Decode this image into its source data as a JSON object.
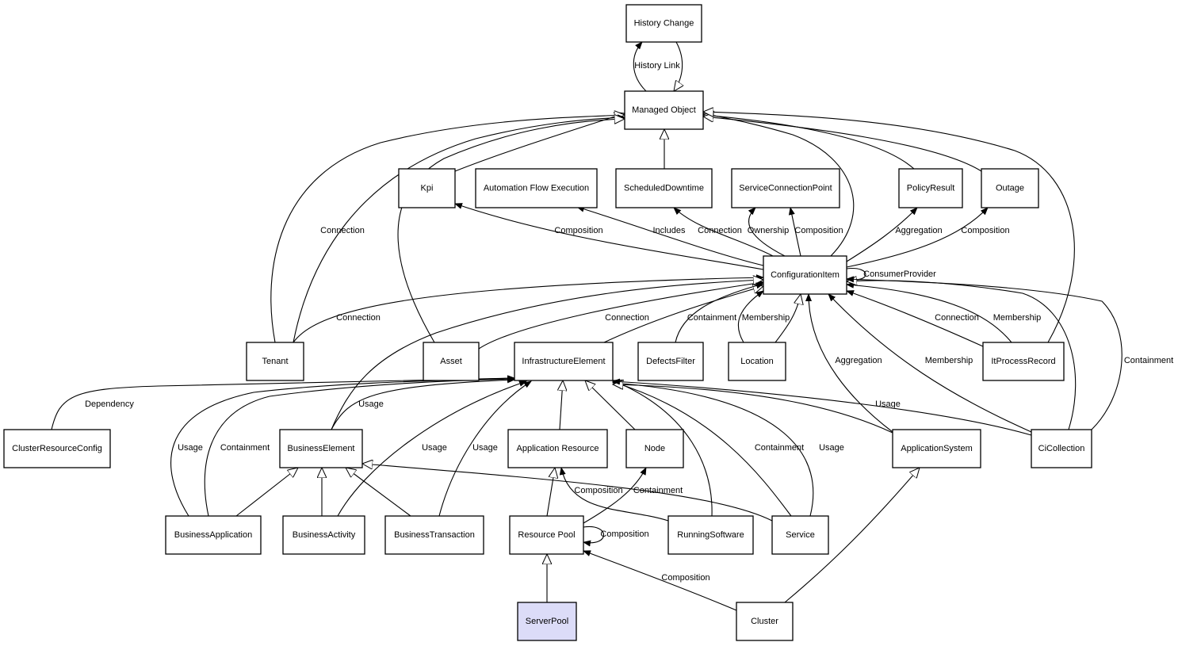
{
  "diagram": {
    "type": "uml-class-relationship",
    "selected_node": "serverpool",
    "colors": {
      "selected_fill": "#dcdcf8",
      "node_fill": "#ffffff",
      "stroke": "#000000"
    },
    "nodes": [
      {
        "id": "historychange",
        "label": "History Change"
      },
      {
        "id": "managedobject",
        "label": "Managed Object"
      },
      {
        "id": "kpi",
        "label": "Kpi"
      },
      {
        "id": "afe",
        "label": "Automation Flow Execution"
      },
      {
        "id": "scheduleddowntime",
        "label": "ScheduledDowntime"
      },
      {
        "id": "scp",
        "label": "ServiceConnectionPoint"
      },
      {
        "id": "policyresult",
        "label": "PolicyResult"
      },
      {
        "id": "outage",
        "label": "Outage"
      },
      {
        "id": "ci",
        "label": "ConfigurationItem"
      },
      {
        "id": "tenant",
        "label": "Tenant"
      },
      {
        "id": "asset",
        "label": "Asset"
      },
      {
        "id": "infra",
        "label": "InfrastructureElement"
      },
      {
        "id": "defectsfilter",
        "label": "DefectsFilter"
      },
      {
        "id": "location",
        "label": "Location"
      },
      {
        "id": "itprocess",
        "label": "ItProcessRecord"
      },
      {
        "id": "crc",
        "label": "ClusterResourceConfig"
      },
      {
        "id": "busel",
        "label": "BusinessElement"
      },
      {
        "id": "appres",
        "label": "Application Resource"
      },
      {
        "id": "node",
        "label": "Node"
      },
      {
        "id": "appsys",
        "label": "ApplicationSystem"
      },
      {
        "id": "cicoll",
        "label": "CiCollection"
      },
      {
        "id": "busapp",
        "label": "BusinessApplication"
      },
      {
        "id": "busact",
        "label": "BusinessActivity"
      },
      {
        "id": "bustrans",
        "label": "BusinessTransaction"
      },
      {
        "id": "respool",
        "label": "Resource Pool"
      },
      {
        "id": "runsw",
        "label": "RunningSoftware"
      },
      {
        "id": "service",
        "label": "Service"
      },
      {
        "id": "serverpool",
        "label": "ServerPool"
      },
      {
        "id": "cluster",
        "label": "Cluster"
      }
    ],
    "edges": [
      {
        "from": "managedobject",
        "to": "historychange",
        "kind": "association",
        "label": "History Link"
      },
      {
        "from": "historychange",
        "to": "managedobject",
        "kind": "inheritance",
        "label": ""
      },
      {
        "from": "scheduleddowntime",
        "to": "managedobject",
        "kind": "inheritance",
        "label": ""
      },
      {
        "from": "kpi",
        "to": "managedobject",
        "kind": "inheritance",
        "label": ""
      },
      {
        "from": "tenant",
        "to": "managedobject",
        "kind": "inheritance",
        "label": ""
      },
      {
        "from": "tenant",
        "to": "managedobject",
        "kind": "association",
        "label": "Connection"
      },
      {
        "from": "asset",
        "to": "managedobject",
        "kind": "inheritance",
        "label": ""
      },
      {
        "from": "ci",
        "to": "managedobject",
        "kind": "inheritance",
        "label": ""
      },
      {
        "from": "policyresult",
        "to": "managedobject",
        "kind": "inheritance",
        "label": ""
      },
      {
        "from": "outage",
        "to": "managedobject",
        "kind": "inheritance",
        "label": ""
      },
      {
        "from": "itprocess",
        "to": "managedobject",
        "kind": "inheritance",
        "label": ""
      },
      {
        "from": "ci",
        "to": "kpi",
        "kind": "association",
        "label": "Composition"
      },
      {
        "from": "ci",
        "to": "afe",
        "kind": "association",
        "label": "Includes"
      },
      {
        "from": "ci",
        "to": "scheduleddowntime",
        "kind": "association",
        "label": "Connection"
      },
      {
        "from": "ci",
        "to": "scp",
        "kind": "association",
        "label": "Ownership"
      },
      {
        "from": "ci",
        "to": "scp",
        "kind": "association",
        "label": "Composition"
      },
      {
        "from": "ci",
        "to": "policyresult",
        "kind": "association",
        "label": "Aggregation"
      },
      {
        "from": "ci",
        "to": "outage",
        "kind": "association",
        "label": "Composition"
      },
      {
        "from": "ci",
        "to": "ci",
        "kind": "association",
        "label": "ConsumerProvider"
      },
      {
        "from": "tenant",
        "to": "ci",
        "kind": "association",
        "label": "Connection"
      },
      {
        "from": "asset",
        "to": "ci",
        "kind": "association",
        "label": "Connection"
      },
      {
        "from": "infra",
        "to": "ci",
        "kind": "inheritance",
        "label": ""
      },
      {
        "from": "busel",
        "to": "ci",
        "kind": "inheritance",
        "label": ""
      },
      {
        "from": "defectsfilter",
        "to": "ci",
        "kind": "association",
        "label": "Containment"
      },
      {
        "from": "location",
        "to": "ci",
        "kind": "association",
        "label": "Membership"
      },
      {
        "from": "location",
        "to": "ci",
        "kind": "inheritance",
        "label": ""
      },
      {
        "from": "itprocess",
        "to": "ci",
        "kind": "association",
        "label": "Connection"
      },
      {
        "from": "itprocess",
        "to": "ci",
        "kind": "association",
        "label": "Membership"
      },
      {
        "from": "appsys",
        "to": "ci",
        "kind": "association",
        "label": "Aggregation"
      },
      {
        "from": "cicoll",
        "to": "ci",
        "kind": "association",
        "label": "Membership"
      },
      {
        "from": "cicoll",
        "to": "ci",
        "kind": "inheritance",
        "label": ""
      },
      {
        "from": "cicoll",
        "to": "ci",
        "kind": "association",
        "label": "Containment"
      },
      {
        "from": "crc",
        "to": "infra",
        "kind": "association",
        "label": "Dependency"
      },
      {
        "from": "busel",
        "to": "infra",
        "kind": "association",
        "label": "Usage"
      },
      {
        "from": "busapp",
        "to": "infra",
        "kind": "association",
        "label": "Usage"
      },
      {
        "from": "busapp",
        "to": "infra",
        "kind": "association",
        "label": "Containment"
      },
      {
        "from": "busact",
        "to": "infra",
        "kind": "association",
        "label": "Usage"
      },
      {
        "from": "bustrans",
        "to": "infra",
        "kind": "association",
        "label": "Usage"
      },
      {
        "from": "appres",
        "to": "infra",
        "kind": "inheritance",
        "label": ""
      },
      {
        "from": "node",
        "to": "infra",
        "kind": "inheritance",
        "label": ""
      },
      {
        "from": "runsw",
        "to": "infra",
        "kind": "inheritance",
        "label": ""
      },
      {
        "from": "service",
        "to": "infra",
        "kind": "association",
        "label": "Containment"
      },
      {
        "from": "service",
        "to": "infra",
        "kind": "association",
        "label": "Usage"
      },
      {
        "from": "appsys",
        "to": "infra",
        "kind": "inheritance",
        "label": ""
      },
      {
        "from": "cicoll",
        "to": "infra",
        "kind": "association",
        "label": "Usage"
      },
      {
        "from": "busapp",
        "to": "busel",
        "kind": "inheritance",
        "label": ""
      },
      {
        "from": "busact",
        "to": "busel",
        "kind": "inheritance",
        "label": ""
      },
      {
        "from": "bustrans",
        "to": "busel",
        "kind": "inheritance",
        "label": ""
      },
      {
        "from": "service",
        "to": "busel",
        "kind": "inheritance",
        "label": ""
      },
      {
        "from": "respool",
        "to": "appres",
        "kind": "inheritance",
        "label": ""
      },
      {
        "from": "runsw",
        "to": "appres",
        "kind": "association",
        "label": "Composition"
      },
      {
        "from": "respool",
        "to": "node",
        "kind": "association",
        "label": "Containment"
      },
      {
        "from": "respool",
        "to": "respool",
        "kind": "association",
        "label": "Composition"
      },
      {
        "from": "serverpool",
        "to": "respool",
        "kind": "inheritance",
        "label": ""
      },
      {
        "from": "cluster",
        "to": "respool",
        "kind": "association",
        "label": "Composition"
      },
      {
        "from": "cluster",
        "to": "appsys",
        "kind": "inheritance",
        "label": ""
      }
    ]
  }
}
